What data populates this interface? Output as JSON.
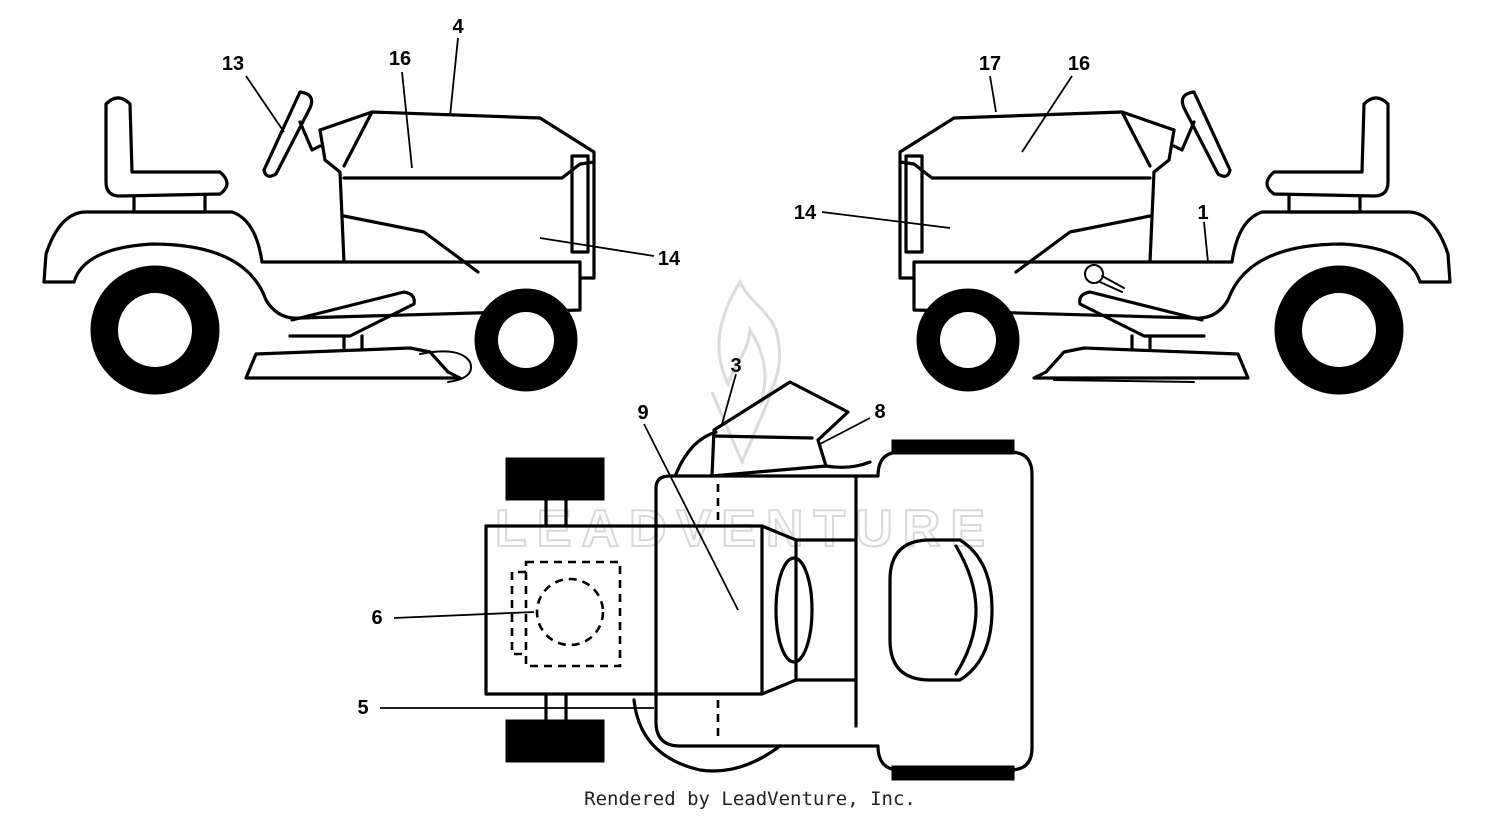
{
  "callouts": {
    "c13": "13",
    "c16_left": "16",
    "c4": "4",
    "c14_left": "14",
    "c17": "17",
    "c16_right": "16",
    "c14_right": "14",
    "c1": "1",
    "c3": "3",
    "c8": "8",
    "c9": "9",
    "c6": "6",
    "c5": "5"
  },
  "watermark": {
    "text": "LEADVENTURE"
  },
  "footer": {
    "credit": "Rendered by LeadVenture, Inc."
  }
}
